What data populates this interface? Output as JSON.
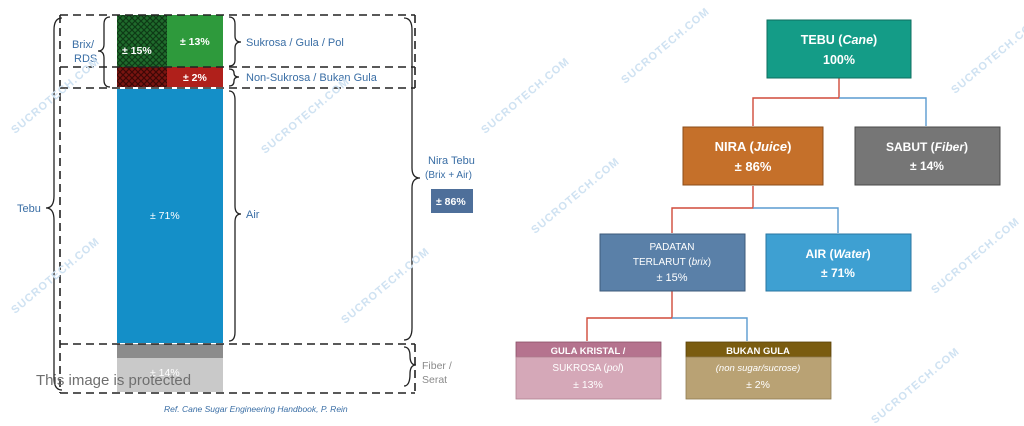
{
  "left": {
    "brix_label": "Brix/",
    "rds_label": "RDS",
    "tebu_label": "Tebu",
    "brix_value": "± 15%",
    "sukrosa_value": "± 13%",
    "nonsukrosa_value": "± 2%",
    "air_value": "± 71%",
    "fiber_value": "± 14%",
    "sukrosa_label": "Sukrosa / Gula / Pol",
    "nonsukrosa_label": "Non-Sukrosa / Bukan Gula",
    "air_label": "Air",
    "nira_label_1": "Nira Tebu",
    "nira_label_2": "(Brix + Air)",
    "nira_value": "± 86%",
    "fiber_label_1": "Fiber /",
    "fiber_label_2": "Serat",
    "reference": "Ref. Cane Sugar Engineering Handbook, P. Rein",
    "protected_note": "This image is protected"
  },
  "tree": {
    "tebu_title": "TEBU (",
    "tebu_italic": "Cane",
    "tebu_close": ")",
    "tebu_value": "100%",
    "nira_title": "NIRA (",
    "nira_italic": "Juice",
    "nira_close": ")",
    "nira_value": "± 86%",
    "sabut_title": "SABUT (",
    "sabut_italic": "Fiber",
    "sabut_close": ")",
    "sabut_value": "± 14%",
    "padatan_1": "PADATAN",
    "padatan_2": "TERLARUT (",
    "padatan_italic": "brix",
    "padatan_close": ")",
    "padatan_value": "± 15%",
    "air_title": "AIR (",
    "air_italic": "Water",
    "air_close": ")",
    "air_value": "± 71%",
    "gula_header": "GULA KRISTAL /",
    "gula_line2": "SUKROSA (",
    "gula_italic": "pol",
    "gula_close": ")",
    "gula_value": "± 13%",
    "bukan_header": "BUKAN GULA",
    "bukan_italic": "(non sugar/sucrose)",
    "bukan_value": "± 2%"
  },
  "watermark": "SUCROTECH.COM",
  "colors": {
    "green": "#2e9a3c",
    "red": "#b0201b",
    "blue": "#148fc8",
    "gray": "#8a8a8a",
    "tebu_box": "#149c87",
    "nira_box": "#c5702a",
    "sabut_box": "#767676",
    "padatan_box": "#5a80a8",
    "air_box": "#3ea0d2",
    "gula_top": "#b5738e",
    "gula_bottom": "#d5a8b8",
    "bukan_top": "#7a5c10",
    "bukan_bottom": "#b9a274",
    "connector_red": "#d04a3a",
    "connector_blue": "#5a9bd0"
  }
}
